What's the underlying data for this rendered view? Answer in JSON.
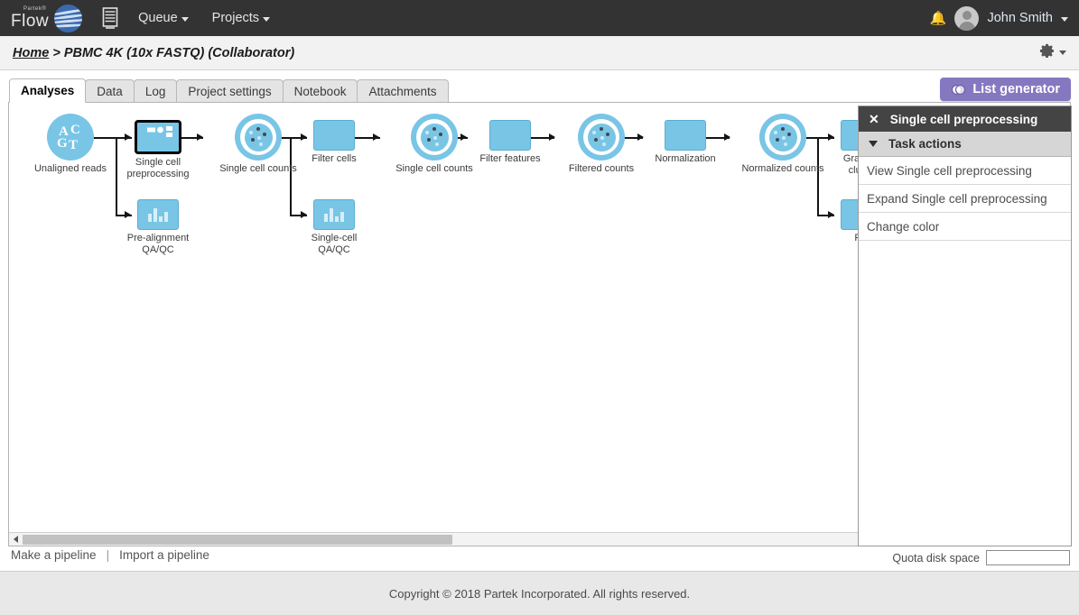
{
  "topbar": {
    "brand_partek": "Partek®",
    "brand_flow": "Flow",
    "rack_icon": "server-rack-icon",
    "nav": [
      {
        "label": "Queue",
        "name": "nav-queue"
      },
      {
        "label": "Projects",
        "name": "nav-projects"
      }
    ],
    "bell_icon": "notification-bell-icon",
    "avatar_icon": "user-avatar-icon",
    "username": "John Smith"
  },
  "breadcrumb": {
    "home": "Home",
    "separator": " > ",
    "current": "PBMC 4K (10x FASTQ) (Collaborator)",
    "gear_icon": "gear-icon"
  },
  "tabs": [
    {
      "label": "Analyses",
      "name": "tab-analyses",
      "active": true
    },
    {
      "label": "Data",
      "name": "tab-data",
      "active": false
    },
    {
      "label": "Log",
      "name": "tab-log",
      "active": false
    },
    {
      "label": "Project settings",
      "name": "tab-project-settings",
      "active": false
    },
    {
      "label": "Notebook",
      "name": "tab-notebook",
      "active": false
    },
    {
      "label": "Attachments",
      "name": "tab-attachments",
      "active": false
    }
  ],
  "list_generator": {
    "label": "List generator",
    "icon": "venn-circles-icon",
    "color": "#8678c0"
  },
  "pipeline": {
    "node_color": "#79c5e6",
    "selected_border": "#000000",
    "nodes": [
      {
        "id": "unaligned-reads",
        "label": "Unaligned reads",
        "type": "data-acgt"
      },
      {
        "id": "single-cell-preprocessing",
        "label": "Single cell\npreprocessing",
        "label_l1": "Single cell",
        "label_l2": "preprocessing",
        "type": "task-process",
        "selected": true
      },
      {
        "id": "pre-alignment-qaqc",
        "label_l1": "Pre-alignment",
        "label_l2": "QA/QC",
        "type": "task-chart"
      },
      {
        "id": "single-cell-counts-1",
        "label": "Single cell counts",
        "type": "data-cells"
      },
      {
        "id": "filter-cells",
        "label": "Filter cells",
        "type": "task-plain"
      },
      {
        "id": "single-cell-qaqc",
        "label_l1": "Single-cell",
        "label_l2": "QA/QC",
        "type": "task-chart"
      },
      {
        "id": "single-cell-counts-2",
        "label": "Single cell counts",
        "type": "data-cells"
      },
      {
        "id": "filter-features",
        "label": "Filter features",
        "type": "task-plain"
      },
      {
        "id": "filtered-counts",
        "label": "Filtered counts",
        "type": "data-cells"
      },
      {
        "id": "normalization",
        "label": "Normalization",
        "type": "task-plain"
      },
      {
        "id": "normalized-counts",
        "label": "Normalized counts",
        "type": "data-cells"
      },
      {
        "id": "graph-based-clustering",
        "label_l1": "Graph-b",
        "label_l2": "cluste",
        "type": "task-plain"
      },
      {
        "id": "pca",
        "label_l1": "PC",
        "label_l2": "",
        "type": "task-plain"
      }
    ]
  },
  "task_panel": {
    "title": "Single cell preprocessing",
    "close_icon": "close-icon",
    "section_label": "Task actions",
    "section_icon": "triangle-down-icon",
    "items": [
      {
        "label": "View Single cell preprocessing",
        "name": "task-action-view"
      },
      {
        "label": "Expand Single cell preprocessing",
        "name": "task-action-expand"
      },
      {
        "label": "Change color",
        "name": "task-action-change-color"
      }
    ]
  },
  "canvas_scrollbar": {
    "left_icon": "triangle-left-icon",
    "right_icon": "triangle-right-icon"
  },
  "pipeline_links": {
    "make": "Make a pipeline",
    "separator": "|",
    "import": "Import a pipeline"
  },
  "quota": {
    "label": "Quota disk space",
    "value": ""
  },
  "footer": {
    "copyright": "Copyright © 2018 Partek Incorporated. All rights reserved."
  }
}
